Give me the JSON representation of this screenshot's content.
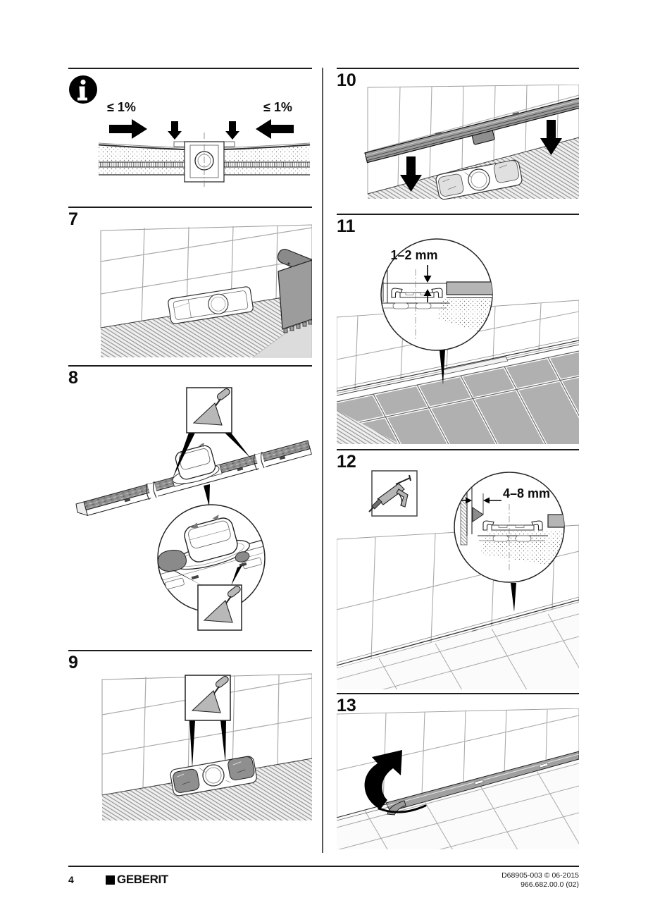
{
  "info": {
    "slope_left": "≤ 1%",
    "slope_right": "≤ 1%"
  },
  "steps": {
    "n7": "7",
    "n8": "8",
    "n9": "9",
    "n10": "10",
    "n11": "11",
    "n12": "12",
    "n13": "13"
  },
  "dimensions": {
    "step11": "1–2 mm",
    "step12": "4–8 mm"
  },
  "footer": {
    "page_number": "4",
    "brand": "GEBERIT",
    "doc_ref": "D68905-003 © 06-2015",
    "version": "966.682.00.0 (02)"
  },
  "colors": {
    "ink": "#1c1c1c",
    "tile_gray": "#b0b0b0",
    "tool_gray": "#9c9c9c",
    "mortar_gray": "#8a8a8a"
  }
}
